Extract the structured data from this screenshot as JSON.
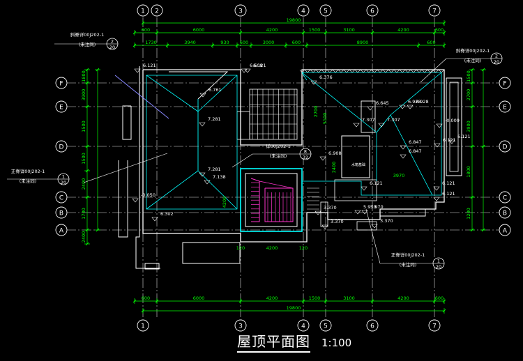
{
  "title": "屋顶平面图",
  "scale": "1:100",
  "grid_top_labels": [
    "1",
    "2",
    "3",
    "4",
    "5",
    "6",
    "7"
  ],
  "grid_bottom_labels": [
    "1",
    "3",
    "4",
    "5",
    "6",
    "7"
  ],
  "grid_side_labels": [
    "F",
    "E",
    "D",
    "C",
    "B",
    "A"
  ],
  "dims_top_total": "19800",
  "dims_top_row1": [
    "600",
    "6000",
    "4200",
    "1500",
    "3100",
    "4200",
    "600"
  ],
  "dims_top_row2": [
    "1730",
    "3940",
    "930",
    "600",
    "3000",
    "600",
    "8900",
    "600"
  ],
  "dims_bottom_row1": [
    "600",
    "6000",
    "4200",
    "1500",
    "3100",
    "4200",
    "600"
  ],
  "dims_bottom_total": "19800",
  "dims_left": [
    "1800",
    "3900",
    "1500",
    "1500",
    "2400",
    "1700",
    "2400"
  ],
  "dims_right": [
    "1500",
    "2700",
    "3900",
    "1800",
    "1200"
  ],
  "dims_inner": [
    "4200",
    "2700",
    "5100",
    "3970",
    "2400",
    "120",
    "4200",
    "120"
  ],
  "elevations": [
    "6.121",
    "6.121",
    "6.761",
    "7.281",
    "7.281",
    "7.138",
    "6.302",
    "-0.050",
    "6.376",
    "6.645",
    "6.928",
    "6.928",
    "7.307",
    "7.307",
    "6.847",
    "6.847",
    "6.121",
    "6.908",
    "6.121",
    "6.121",
    "-0.009",
    "6.121",
    "5.970",
    "5.970",
    "3.370",
    "3.370",
    "3.370",
    "6.608",
    "6.121"
  ],
  "annotations": [
    {
      "text": "斜脊详00J202-1",
      "sub": "(未注同)",
      "num": "2",
      "den": "20"
    },
    {
      "text": "斜脊详00J202-1",
      "sub": "(未注同)",
      "num": "2",
      "den": "20"
    },
    {
      "text": "正脊详00J202-1",
      "sub": "(未注同)",
      "num": "1",
      "den": "20"
    },
    {
      "text": "详00J202-1",
      "sub": "(未注同)",
      "num": "8",
      "den": "32"
    },
    {
      "text": "正脊详00J202-1",
      "sub": "(未注同)",
      "num": "1",
      "den": "20"
    }
  ],
  "small_label": "水箱基础",
  "colors": {
    "bg": "#000000",
    "grid": "#ffffff",
    "dim": "#00ff00",
    "outline": "#ffffff",
    "roof": "#00ffff",
    "stair": "#ff33cc",
    "detail": "#8888ff"
  }
}
